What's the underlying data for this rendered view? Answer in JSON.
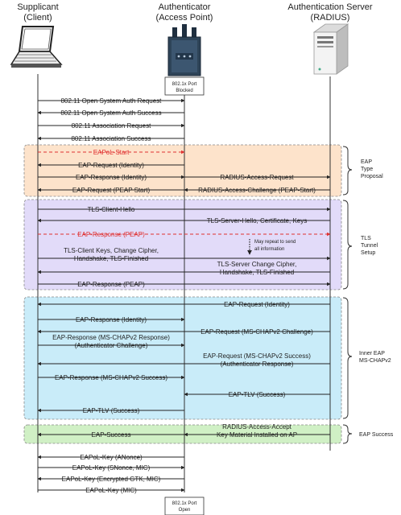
{
  "headers": {
    "supplicant": [
      "Supplicant",
      "(Client)"
    ],
    "authenticator": [
      "Authenticator",
      "(Access Point)"
    ],
    "server": [
      "Authentication Server",
      "(RADIUS)"
    ]
  },
  "port_blocked": [
    "802.1x Port",
    "Blocked"
  ],
  "port_open": [
    "802.1x Port",
    "Open"
  ],
  "colors": {
    "orange": "#fde3cb",
    "purple": "#e2dbf9",
    "cyan": "#c9ecf9",
    "green": "#d0f0c5",
    "red_arrow": "#e03030"
  },
  "section_labels": {
    "eap_type": [
      "EAP",
      "Type",
      "Proposal"
    ],
    "tls_tunnel": [
      "TLS",
      "Tunnel",
      "Setup"
    ],
    "inner_eap": [
      "Inner EAP",
      "MS-CHAPv2"
    ],
    "eap_success": [
      "EAP Success"
    ]
  },
  "note": [
    "May repeat to send",
    "all information"
  ],
  "messages": [
    [
      "802.11 Open System Auth Request"
    ],
    [
      "802.11 Open System Auth Success"
    ],
    [
      "802.11 Association Request"
    ],
    [
      "802.11 Association Success"
    ],
    [
      "EAPoL-Start"
    ],
    [
      "EAP-Request (Identity)"
    ],
    [
      "EAP-Response (Identity)"
    ],
    [
      "RADIUS-Access-Request"
    ],
    [
      "EAP-Request (PEAP Start)"
    ],
    [
      "RADIUS-Access-Challenge (PEAP-Start)"
    ],
    [
      "TLS-Client-Hello"
    ],
    [
      "TLS-Server-Hello, Certificate, Keys"
    ],
    [
      "EAP-Response (PEAP)"
    ],
    [
      "TLS-Client Keys, Change Cipher,",
      "Handshake, TLS-Finished"
    ],
    [
      "TLS-Server Change Cipher,",
      "Handshake, TLS-Finished"
    ],
    [
      "EAP-Response (PEAP)"
    ],
    [
      "EAP-Request (Identity)"
    ],
    [
      "EAP-Response (Identity)"
    ],
    [
      "EAP-Request (MS-CHAPv2 Challenge)"
    ],
    [
      "EAP-Response (MS-CHAPv2 Response)",
      "(Authenticator Challenge)"
    ],
    [
      "EAP-Request (MS-CHAPv2 Success)",
      "(Authenticator Response)"
    ],
    [
      "EAP-Response (MS-CHAPv2 Success)"
    ],
    [
      "EAP-TLV (Success)"
    ],
    [
      "EAP-TLV (Success)"
    ],
    [
      "EAP-Success"
    ],
    [
      "RADIUS-Access-Accept",
      "Key Material Installed on AP"
    ],
    [
      "EAPoL-Key (ANonce)"
    ],
    [
      "EAPoL-Key (SNonce, MIC)"
    ],
    [
      "EAPoL-Key (Encrypted GTK, MIC)"
    ],
    [
      "EAPoL-Key (MIC)"
    ]
  ]
}
